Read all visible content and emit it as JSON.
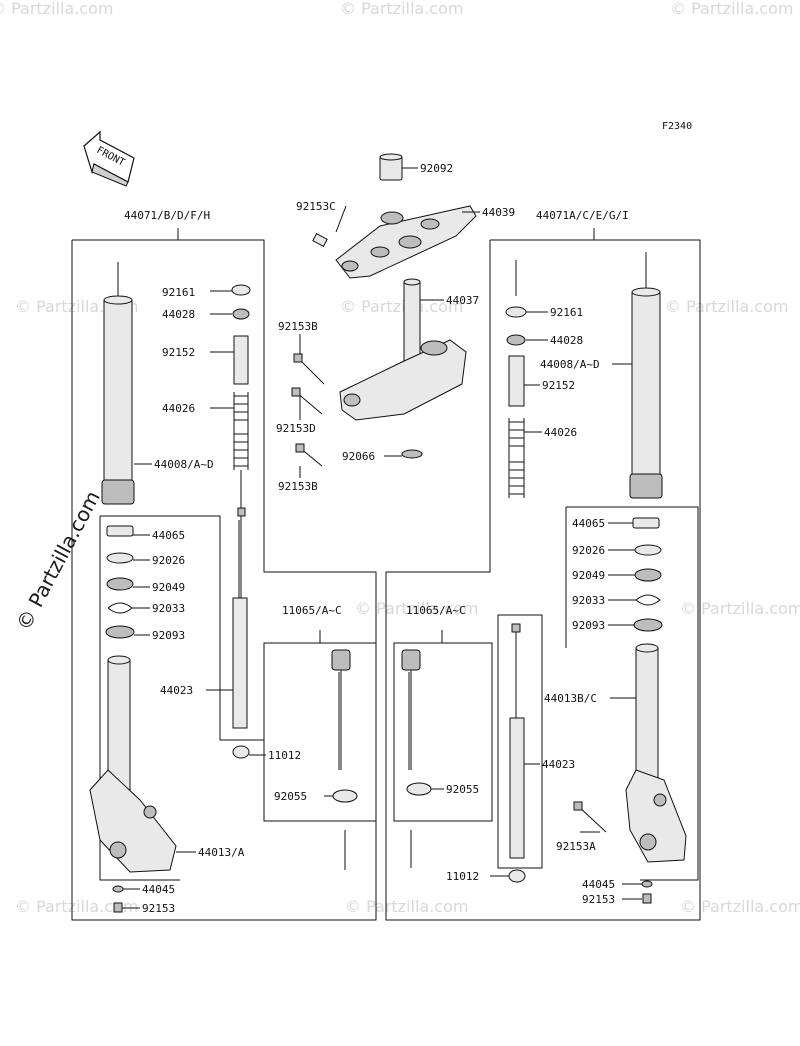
{
  "figure_code": "F2340",
  "front_arrow_label": "FRONT",
  "watermark_text": "© Partzilla.com",
  "labels": {
    "l44071_left": "44071/B/D/F/H",
    "l44071_right": "44071A/C/E/G/I",
    "l92092": "92092",
    "l92153C": "92153C",
    "l44039": "44039",
    "l92161_l": "92161",
    "l44028_l": "44028",
    "l92152_l": "92152",
    "l44026_l": "44026",
    "l44008_l": "44008/A~D",
    "l44037": "44037",
    "l92153B_a": "92153B",
    "l92153D": "92153D",
    "l92066": "92066",
    "l92153B_b": "92153B",
    "l92161_r": "92161",
    "l44028_r": "44028",
    "l44008_r": "44008/A~D",
    "l92152_r": "92152",
    "l44026_r": "44026",
    "l44065_l": "44065",
    "l92026_l": "92026",
    "l92049_l": "92049",
    "l92033_l": "92033",
    "l92093_l": "92093",
    "l44023_l": "44023",
    "l11065_a": "11065/A~C",
    "l11065_b": "11065/A~C",
    "l11012_l": "11012",
    "l92055_l": "92055",
    "l92055_r": "92055",
    "l44013_l": "44013/A",
    "l44045_l": "44045",
    "l92153_l": "92153",
    "l44065_r": "44065",
    "l92026_r": "92026",
    "l92049_r": "92049",
    "l92033_r": "92033",
    "l92093_r": "92093",
    "l44013_r": "44013B/C",
    "l44023_r": "44023",
    "l92153A": "92153A",
    "l11012_r": "11012",
    "l44045_r": "44045",
    "l92153_r": "92153"
  }
}
